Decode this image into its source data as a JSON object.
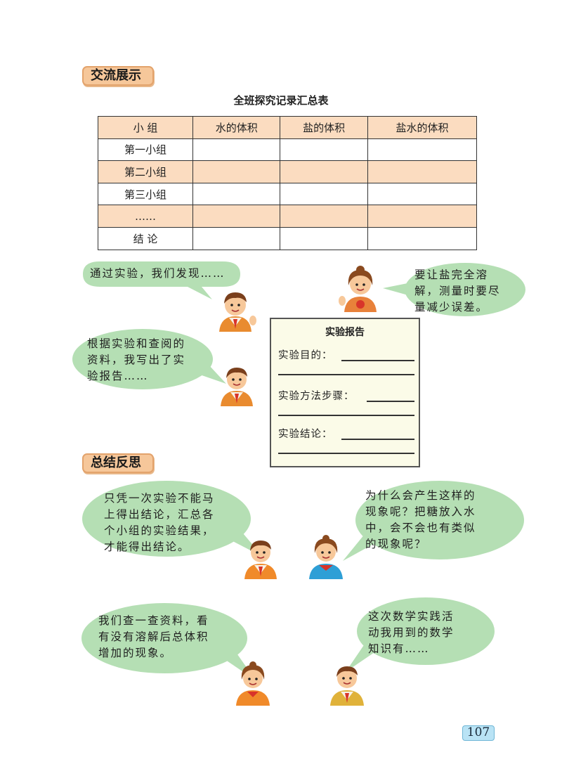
{
  "section1": {
    "tag": "交流展示"
  },
  "table": {
    "title": "全班探究记录汇总表",
    "headers": [
      "小 组",
      "水的体积",
      "盐的体积",
      "盐水的体积"
    ],
    "rows": [
      "第一小组",
      "第二小组",
      "第三小组",
      "……",
      "结 论"
    ]
  },
  "bubbles": {
    "discover": {
      "lines": [
        "通过实验，我们发现……"
      ]
    },
    "dissolve": {
      "lines": [
        "要让盐完全溶",
        "解，测量时要尽",
        "量减少误差。"
      ]
    },
    "report_note": {
      "lines": [
        "根据实验和查阅的",
        "资料，我写出了实",
        "验报告……"
      ]
    },
    "one_test": {
      "lines": [
        "只凭一次实验不能马",
        "上得出结论，汇总各",
        "个小组的实验结果，",
        "才能得出结论。"
      ]
    },
    "why": {
      "lines": [
        "为什么会产生这样的",
        "现象呢？把糖放入水",
        "中，会不会也有类似",
        "的现象呢？"
      ]
    },
    "lookup": {
      "lines": [
        "我们查一查资料，看",
        "有没有溶解后总体积",
        "增加的现象。"
      ]
    },
    "knowledge": {
      "lines": [
        "这次数学实践活",
        "动我用到的数学",
        "知识有……"
      ]
    }
  },
  "report": {
    "title": "实验报告",
    "purpose": "实验目的：",
    "method": "实验方法步骤：",
    "conclusion": "实验结论："
  },
  "section2": {
    "tag": "总结反思"
  },
  "page_number": "107",
  "colors": {
    "tag_bg": "#f6c79a",
    "table_shade": "#fbdcc0",
    "bubble": "#b5dfb4",
    "page_badge": "#b9e3f5"
  },
  "icons": [
    "boy-icon",
    "girl-icon"
  ]
}
